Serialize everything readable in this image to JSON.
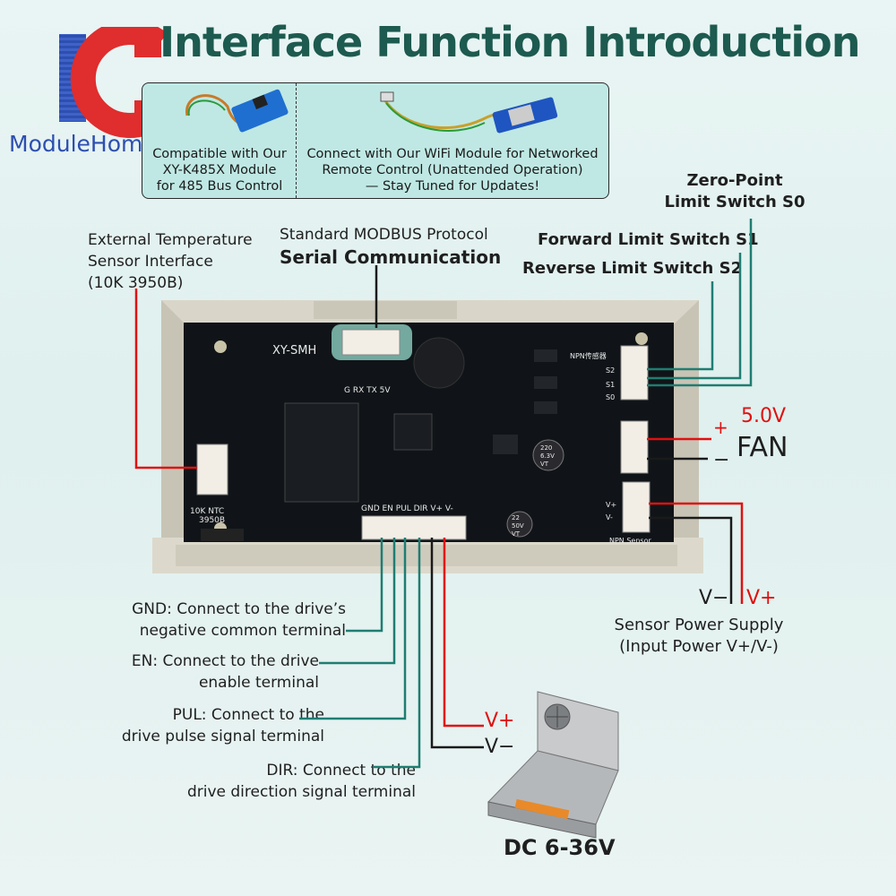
{
  "logo": {
    "letters": "IC",
    "name": "ModuleHome"
  },
  "title": "Interface Function Introduction",
  "top_box": {
    "left": [
      "Compatible with Our",
      "XY-K485X Module",
      "for 485 Bus Control"
    ],
    "right": [
      "Connect with Our WiFi Module for Networked",
      "Remote Control (Unattended Operation)",
      "— Stay Tuned for Updates!"
    ]
  },
  "modbus": {
    "line1": "Standard MODBUS Protocol",
    "line2": "Serial Communication"
  },
  "temp_sensor": [
    "External Temperature",
    "Sensor Interface",
    "(10K 3950B)"
  ],
  "limit_switches": {
    "s0": [
      "Zero-Point",
      "Limit Switch S0"
    ],
    "s1": "Forward Limit Switch S1",
    "s2": "Reverse Limit Switch S2"
  },
  "fan": {
    "voltage": "5.0V",
    "label": "FAN",
    "plus": "+",
    "minus": "−"
  },
  "sensor_power": {
    "vminus": "V−",
    "vplus": "V+",
    "line1": "Sensor Power Supply",
    "line2": "(Input Power V+/V-)"
  },
  "terminals": [
    {
      "line1": "GND: Connect to the drive’s",
      "line2": "negative common terminal"
    },
    {
      "line1": "EN: Connect to the drive",
      "line2": "enable terminal"
    },
    {
      "line1": "PUL: Connect to the",
      "line2": "drive pulse signal terminal"
    },
    {
      "line1": "DIR: Connect to the",
      "line2": "drive direction signal terminal"
    }
  ],
  "power": {
    "vplus": "V+",
    "vminus": "V−",
    "label": "DC 6-36V"
  },
  "board": {
    "name": "XY-SMH",
    "serial_pins": "G  RX  TX  5V",
    "ntc": [
      "10K NTC",
      "3950B"
    ],
    "npn_top": "NPN传感器",
    "npn_bottom": "NPN Sensor",
    "s_pins": [
      "S2",
      "S1",
      "S0"
    ],
    "v_pins": [
      "V+",
      "V-"
    ],
    "bottom_pins": "GND EN PUL DIR V+ V-",
    "cap1": [
      "220",
      "6.3V",
      "VT"
    ],
    "cap2": [
      "22",
      "50V",
      "VT"
    ]
  },
  "colors": {
    "title": "#1d5a4f",
    "logo_blue": "#2d4fb0",
    "logo_red": "#e02d2d",
    "wire_teal": "#1f7d72",
    "wire_red": "#e01010",
    "board": "#101418",
    "connector": "#f2eee6"
  }
}
